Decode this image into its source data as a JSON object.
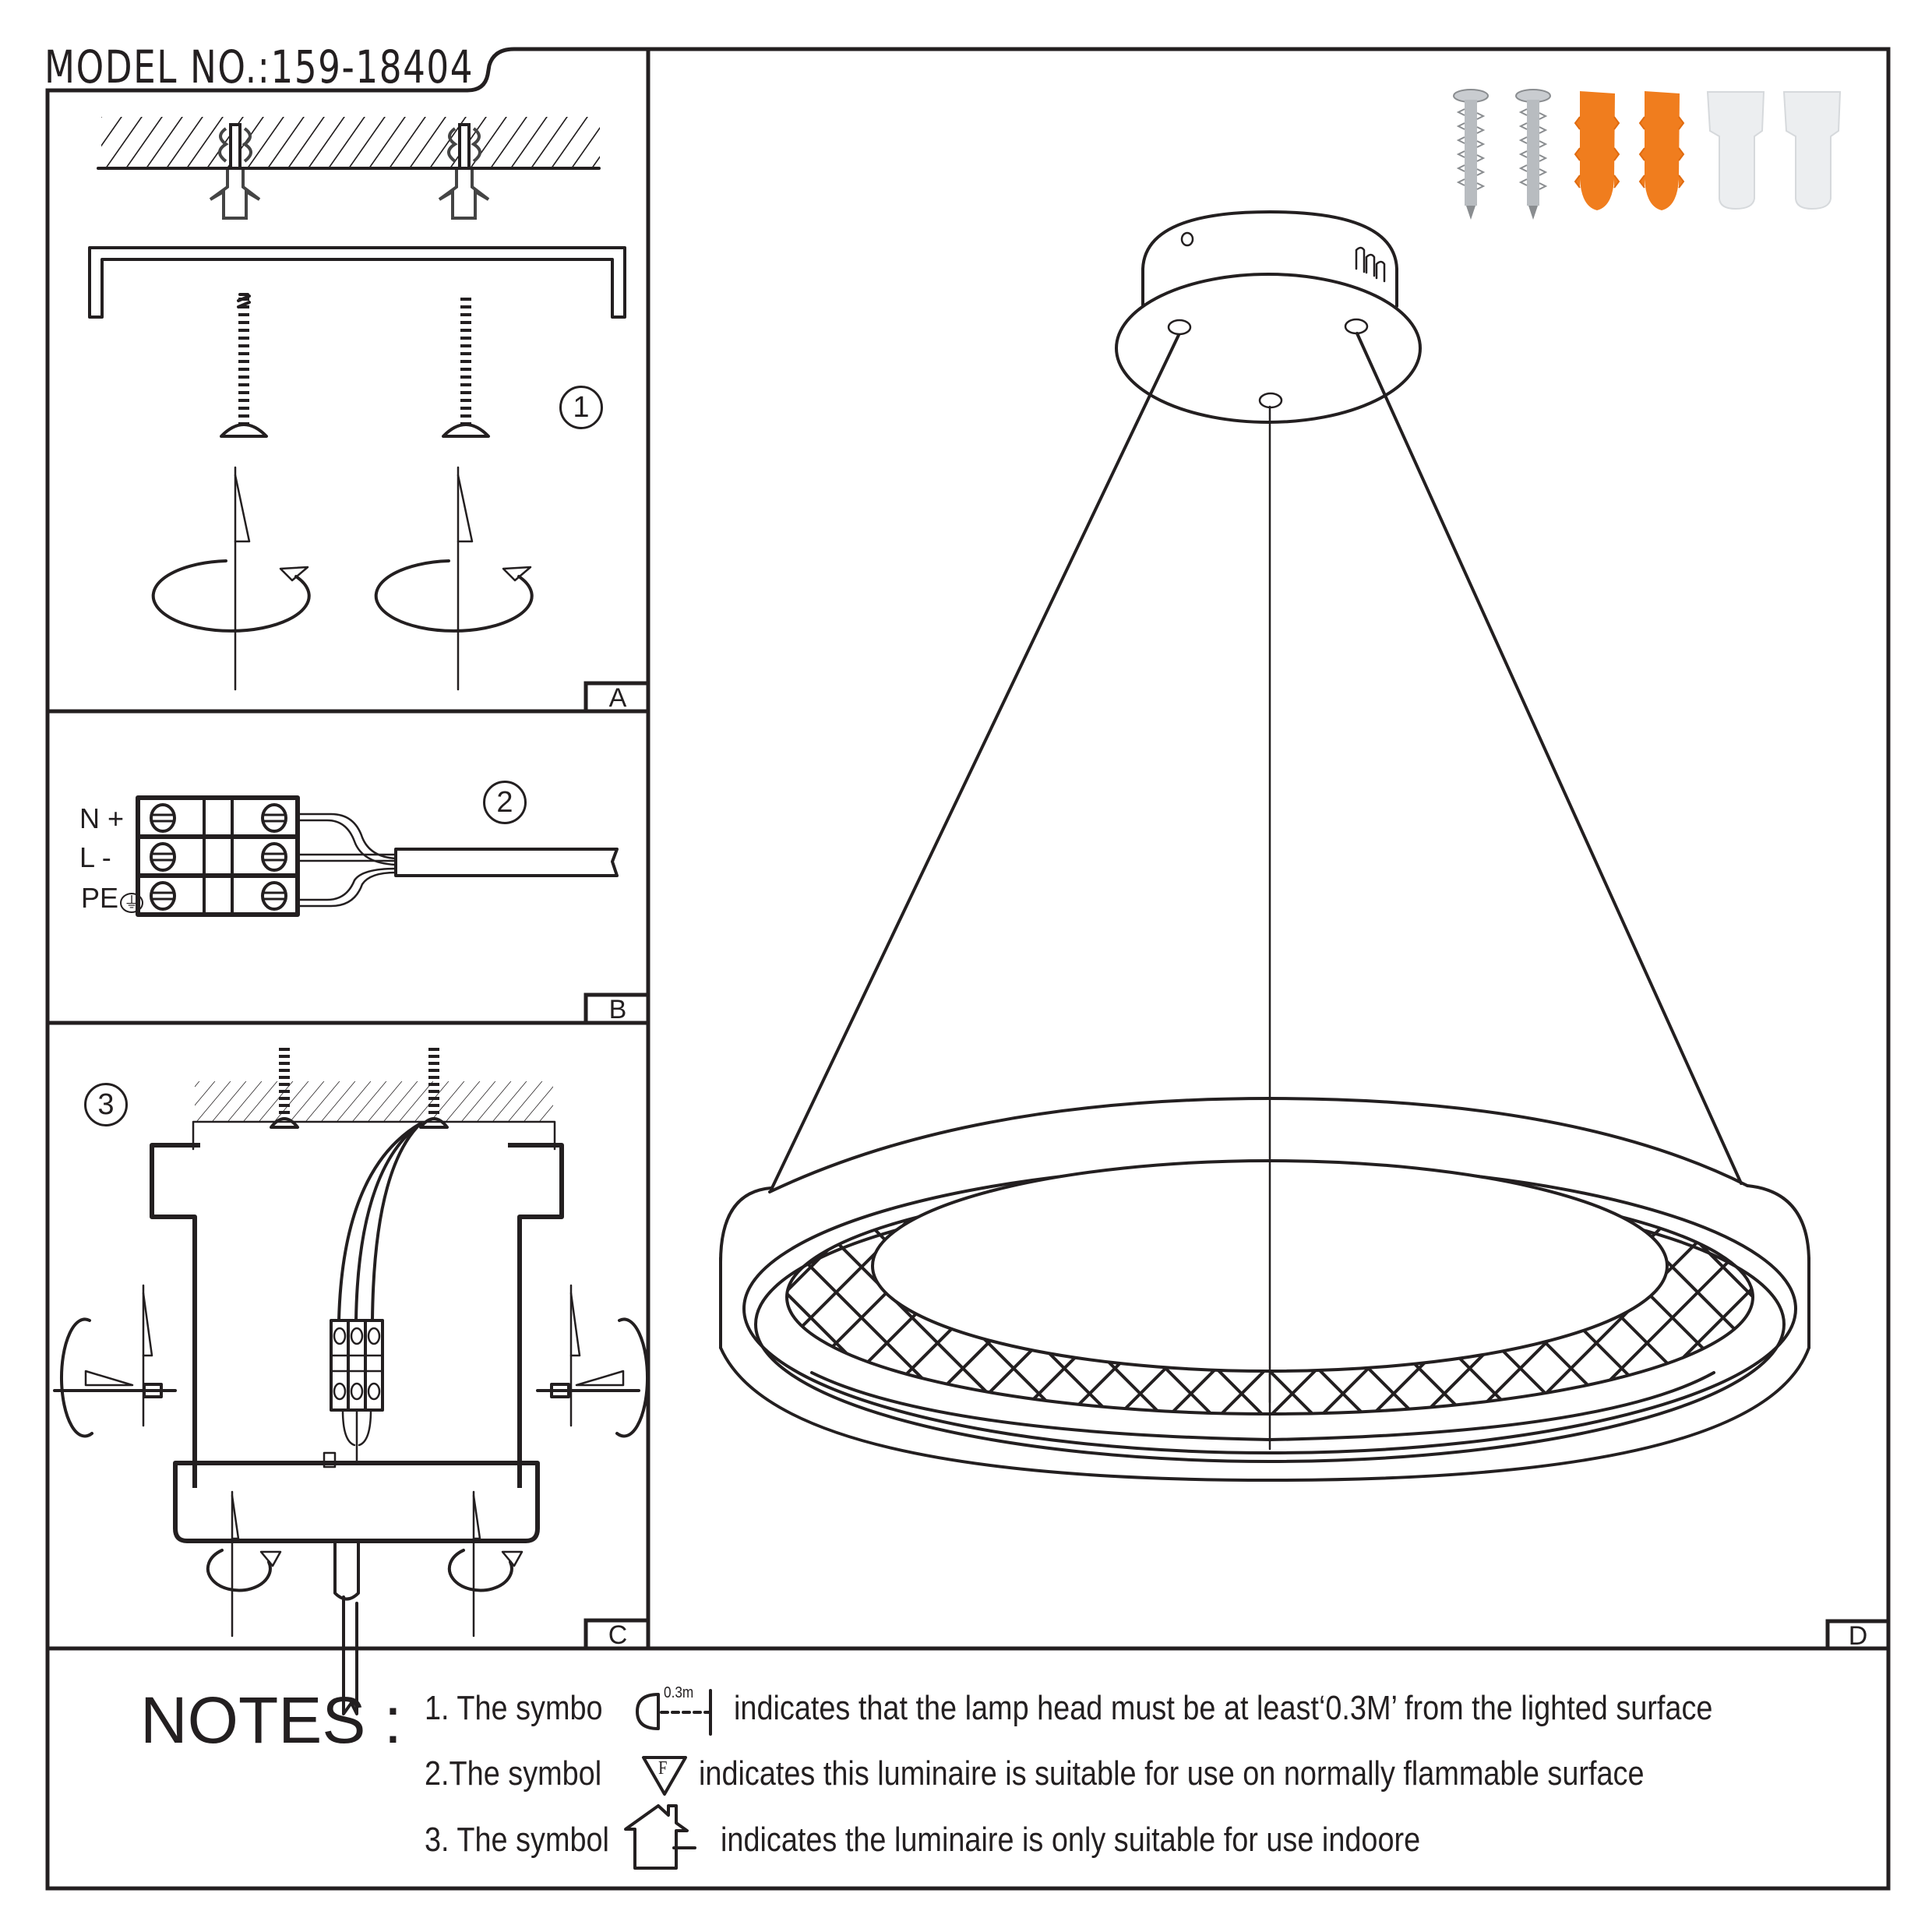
{
  "header": {
    "model_number": "MODEL NO.:159-18404"
  },
  "panels": {
    "A": {
      "label": "A",
      "step": "1"
    },
    "B": {
      "label": "B",
      "step": "2",
      "terminals": [
        "N +",
        "L -",
        "PE"
      ]
    },
    "C": {
      "label": "C",
      "step": "3"
    },
    "D": {
      "label": "D"
    }
  },
  "hardware_kit": [
    {
      "name": "screw",
      "color": "#b8bcc0"
    },
    {
      "name": "screw",
      "color": "#b8bcc0"
    },
    {
      "name": "wall-anchor",
      "color": "#f07d1e"
    },
    {
      "name": "wall-anchor",
      "color": "#f07d1e"
    },
    {
      "name": "wire-connector-cap",
      "color": "#e8eaec"
    },
    {
      "name": "wire-connector-cap",
      "color": "#e8eaec"
    }
  ],
  "notes": {
    "title": "NOTES :",
    "items": [
      {
        "prefix": "1. The symbo",
        "symbol_text": "0.3m",
        "text": "indicates that the lamp head must be at least‘0.3M’ from the lighted surface"
      },
      {
        "prefix": "2.The symbol",
        "symbol_text": "F",
        "text": "indicates this luminaire is suitable for use on normally flammable surface"
      },
      {
        "prefix": "3. The symbol",
        "symbol_text": "",
        "text": "indicates the luminaire is only suitable for use indoore"
      }
    ]
  }
}
